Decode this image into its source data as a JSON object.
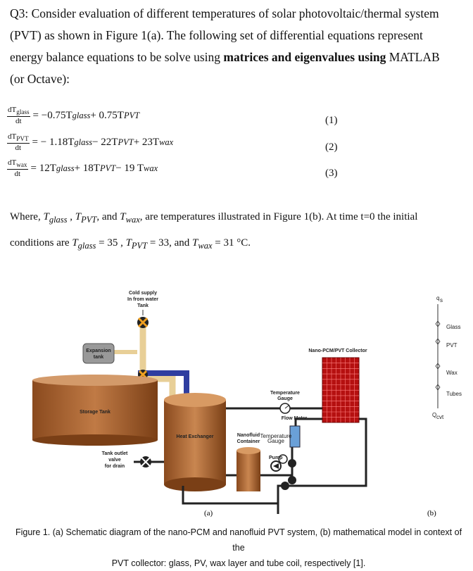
{
  "question": {
    "line1": "Q3: Consider evaluation of different temperatures of solar photovoltaic/thermal system",
    "line2": "(PVT) as shown in Figure 1(a). The following set of differential equations represent",
    "line3_pre": "energy balance equations to be solve using ",
    "line3_bold": "matrices and eigenvalues using",
    "line3_post": " MATLAB",
    "line4": "(or Octave):"
  },
  "equations": [
    {
      "num": "dT",
      "numsub": "glass",
      "den": "dt",
      "rhs": "= −0.75T",
      "rhs_sub1": "glass",
      "rhs_mid": " + 0.75T",
      "rhs_sub2": "PVT",
      "rhs_mid2": "",
      "rhs_sub3": "",
      "label": "(1)"
    },
    {
      "num": "dT",
      "numsub": "PVT",
      "den": "dt",
      "rhs": "= − 1.18T",
      "rhs_sub1": "glass",
      "rhs_mid": " − 22T",
      "rhs_sub2": "PVT",
      "rhs_mid2": " + 23T",
      "rhs_sub3": "wax",
      "label": "(2)"
    },
    {
      "num": "dT",
      "numsub": "wax",
      "den": "dt",
      "rhs": "= 12T",
      "rhs_sub1": "glass",
      "rhs_mid": " + 18T",
      "rhs_sub2": "PVT",
      "rhs_mid2": " − 19 T",
      "rhs_sub3": "wax",
      "label": "(3)"
    }
  ],
  "where": {
    "w1": "Where, ",
    "tg": "T",
    "tg_sub": "glass",
    "sep1": " , ",
    "tp": "T",
    "tp_sub": "PVT",
    "sep2": ", and ",
    "tw": "T",
    "tw_sub": "wax",
    "tail": ", are temperatures illustrated in Figure 1(b). At time t=0 the initial",
    "l2a": "conditions are ",
    "c1": " = 35 , ",
    "c2": " = 33, and ",
    "c3": " = 31 °C."
  },
  "figure": {
    "cold_supply": [
      "Cold supply",
      "In from water",
      "Tank"
    ],
    "expansion_tank": [
      "Expansion",
      "tank"
    ],
    "storage_tank": "Storage Tank",
    "heat_exchanger": "Heat Exchanger",
    "temperature_gauge": [
      "Temperature",
      "Gauge"
    ],
    "nano_collector": "Nano-PCM/PVT Collector",
    "flow_meter": "Flow Meter",
    "nanofluid_container": [
      "Nanofluid",
      "Container"
    ],
    "temp_gauge2": [
      "Temperature",
      "Gauge"
    ],
    "pump": "Pump",
    "tank_outlet": [
      "Tank outlet",
      "valve",
      "for drain"
    ],
    "layers": [
      "Glass",
      "PVT",
      "Wax",
      "Tubes"
    ],
    "q_top": "q",
    "q_top_sub": "s",
    "q_bot": "Q",
    "q_bot_sub": "cvt",
    "label_a": "(a)",
    "label_b": "(b)"
  },
  "caption": {
    "line1": "Figure 1. (a) Schematic diagram of the nano-PCM and nanofluid PVT system, (b) mathematical model in context of the",
    "line2": "PVT collector: glass, PV, wax layer and tube coil, respectively [1]."
  }
}
